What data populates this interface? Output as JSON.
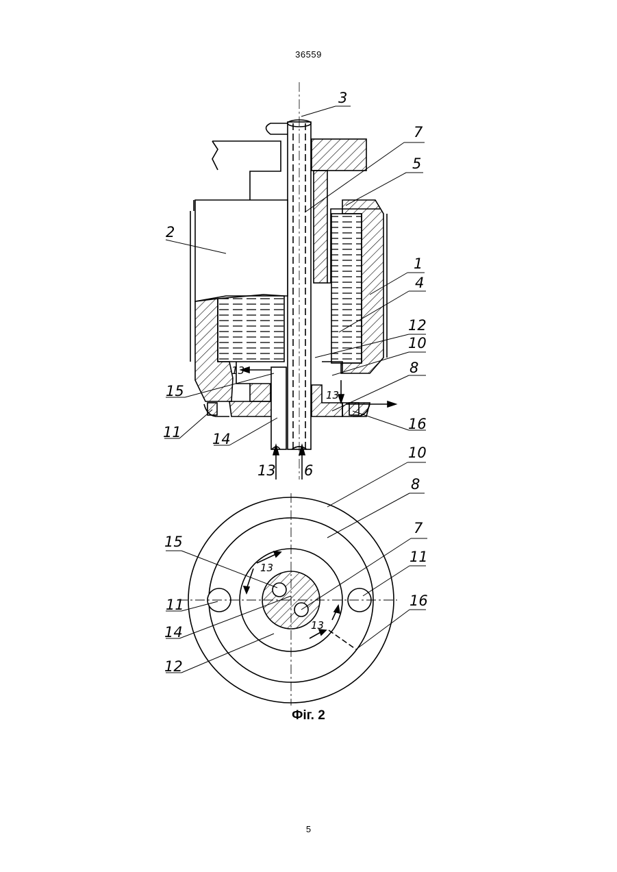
{
  "header": {
    "patent_number": "36559"
  },
  "figure": {
    "caption": "Фіг. 2",
    "labels": {
      "l1": "1",
      "l2": "2",
      "l3": "3",
      "l4": "4",
      "l5": "5",
      "l6": "6",
      "l7": "7",
      "l8": "8",
      "l10": "10",
      "l11": "11",
      "l12": "12",
      "l13": "13",
      "l14": "14",
      "l15": "15",
      "l16": "16"
    }
  },
  "footer": {
    "page_number": "5"
  }
}
